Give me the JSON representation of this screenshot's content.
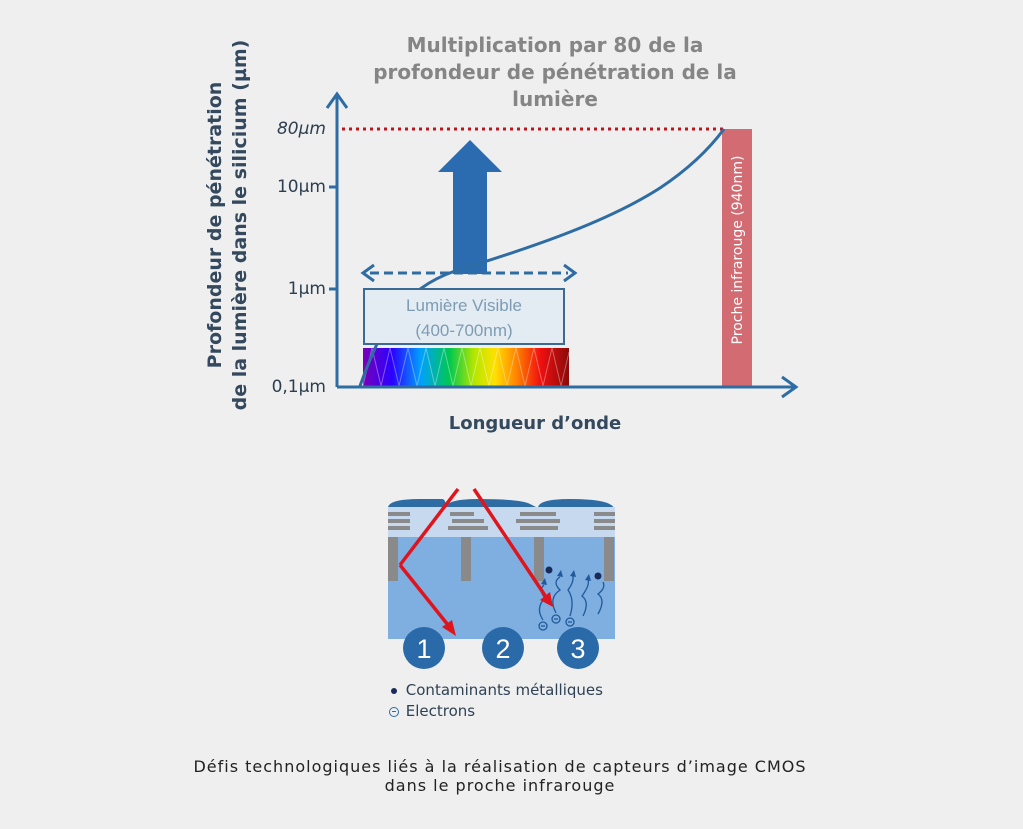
{
  "chart": {
    "title": "Multiplication par 80 de la profondeur de pénétration de la lumière",
    "ylabel_line1": "Profondeur de pénétration",
    "ylabel_line2": "de la lumière  dans le silicium (µm)",
    "xlabel": "Longueur d’onde",
    "ticks": {
      "t80": "80µm",
      "t10": "10µm",
      "t1": "1µm",
      "t01": "0,1µm"
    },
    "visible_box": {
      "line1": "Lumière Visible",
      "line2": "(400-700nm)"
    },
    "nir_label": "Proche infrarouge (940nm)",
    "colors": {
      "axis": "#2e6da4",
      "curve": "#2e6da4",
      "dotted_line": "#c0141c",
      "nir_bar": "#d36b73",
      "big_arrow": "#2b6cb0"
    }
  },
  "sensor": {
    "pixel_numbers": [
      "1",
      "2",
      "3"
    ],
    "legend": {
      "contaminants": "Contaminants métalliques",
      "electrons": "Electrons"
    },
    "colors": {
      "substrate": "#7faee0",
      "arrows": "#e0141c",
      "circles": "#2a6aa8"
    }
  },
  "caption": {
    "line1": "Défis technologiques liés à la réalisation de capteurs d’image CMOS",
    "line2": "dans le proche infrarouge"
  }
}
